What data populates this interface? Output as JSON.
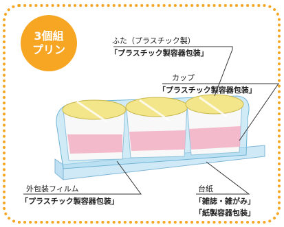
{
  "badge": {
    "line1": "3個組",
    "line2": "プリン"
  },
  "labels": {
    "lid_name": "ふた（プラスチック製）",
    "lid_category": "「プラスチック製容器包装」",
    "cup_name": "カップ",
    "cup_category": "「プラスチック製容器包装」",
    "film_name": "外包装フィルム",
    "film_category": "「プラスチック製容器包装」",
    "base_name": "台紙",
    "base_category1": "「雑誌・雑がみ」",
    "base_category2": "「紙製容器包装」"
  },
  "colors": {
    "border_dots": "#f6a623",
    "badge": "#f6a623",
    "lid_yellow": "#f3e58a",
    "cup_pink": "#f2b3c6",
    "film_blue": "#a9d8ef",
    "base_blue": "#cfe9f7",
    "leader": "#333333"
  }
}
